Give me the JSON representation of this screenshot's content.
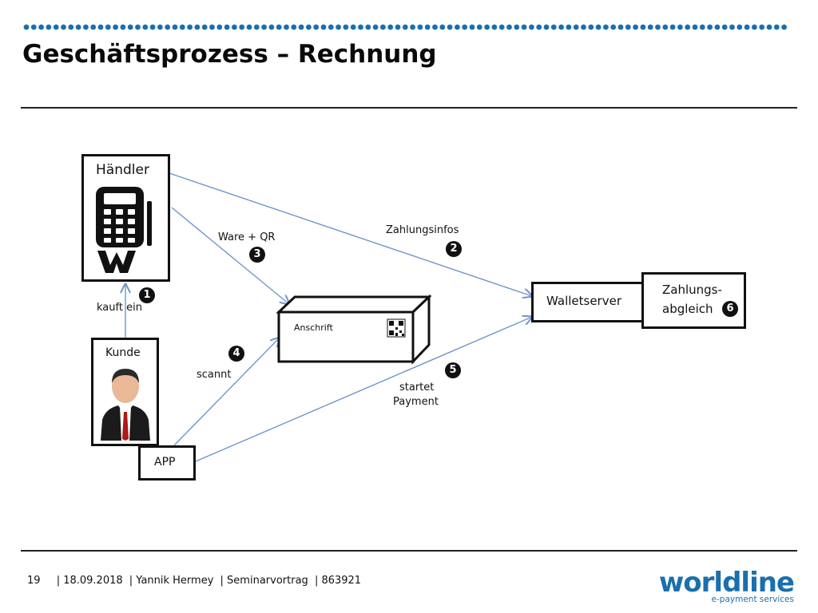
{
  "slide": {
    "title": "Geschäftsprozess – Rechnung"
  },
  "diagram": {
    "nodes": {
      "haendler": "Händler",
      "kunde": "Kunde",
      "app": "APP",
      "package": "Anschrift",
      "walletserver": "Walletserver",
      "abgleich_line1": "Zahlungs-",
      "abgleich_line2": "abgleich"
    },
    "edges": {
      "kauft_ein": "kauft ein",
      "zahlungsinfos": "Zahlungsinfos",
      "ware_qr": "Ware + QR",
      "scannt": "scannt",
      "startet_line1": "startet",
      "startet_line2": "Payment"
    },
    "steps": [
      "1",
      "2",
      "3",
      "4",
      "5",
      "6"
    ],
    "arrow_color": "#6f95c9"
  },
  "footer": {
    "page": "19",
    "date": "| 18.09.2018",
    "author": "| Yannik Hermey",
    "event": "| Seminarvortrag",
    "id": "| 863921"
  },
  "logo": {
    "name": "worldline",
    "tagline": "e-payment services",
    "color": "#1a6fae"
  },
  "colors": {
    "dots": "#1a6fae"
  }
}
